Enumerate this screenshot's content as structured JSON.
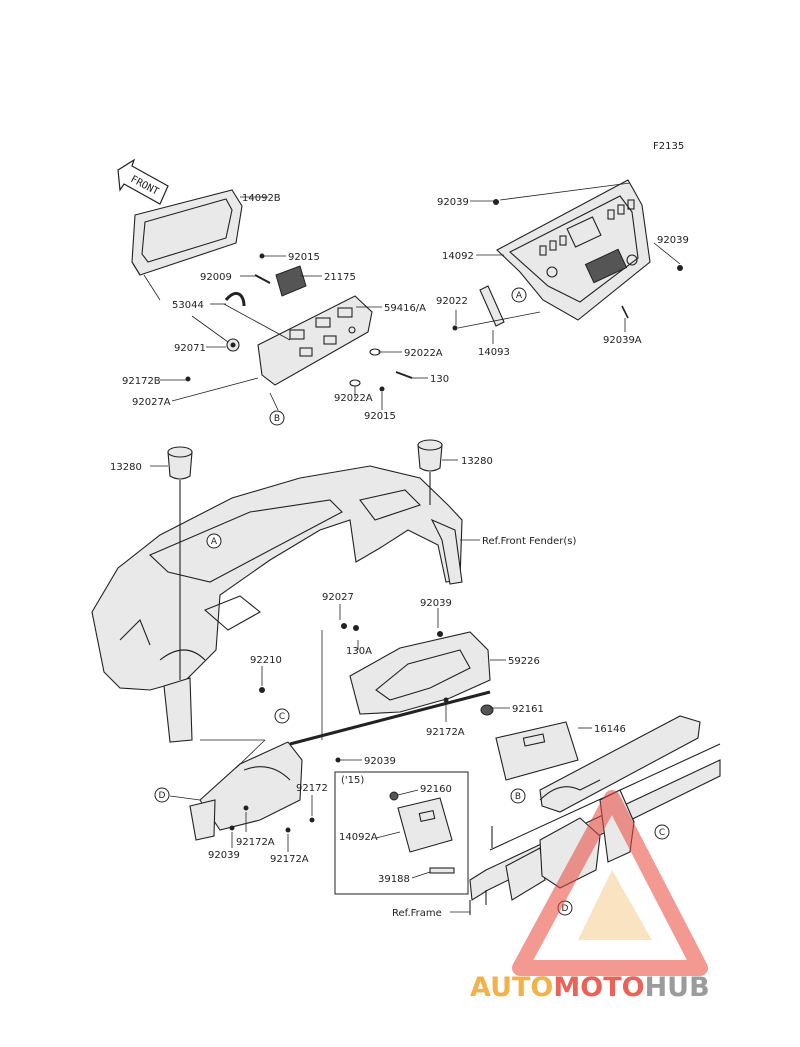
{
  "diagram": {
    "figure_code": "F2135",
    "front_label": "FRONT",
    "variant_label": "('15)",
    "watermark": {
      "part1": "AUTO",
      "part2": "MOTO",
      "part3": "HUB",
      "color1": "#f2a42b",
      "color2": "#e8473b",
      "color3": "#8a8a8a"
    },
    "part_labels": {
      "p14092B": "14092B",
      "p92015a": "92015",
      "p92009": "92009",
      "p21175": "21175",
      "p53044": "53044",
      "p59416": "59416/A",
      "p92071": "92071",
      "p92022Aa": "92022A",
      "p92172B": "92172B",
      "p130": "130",
      "p92027A": "92027A",
      "p92022Ab": "92022A",
      "p92015b": "92015",
      "p92039a": "92039",
      "p14092": "14092",
      "p92039b": "92039",
      "p92022": "92022",
      "p14093": "14093",
      "p92039A": "92039A",
      "p13280a": "13280",
      "p13280b": "13280",
      "refFender": "Ref.Front Fender(s)",
      "p92027": "92027",
      "p92039c": "92039",
      "p130A": "130A",
      "p59226": "59226",
      "p92210": "92210",
      "p92161": "92161",
      "p92172Aa": "92172A",
      "p16146": "16146",
      "p92039d": "92039",
      "p92160": "92160",
      "p92172": "92172",
      "p14092A": "14092A",
      "p92172Ab": "92172A",
      "p92039e": "92039",
      "p92172Ac": "92172A",
      "p39188": "39188",
      "refFrame": "Ref.Frame"
    },
    "callouts": {
      "A1": "A",
      "A2": "A",
      "B1": "B",
      "B2": "B",
      "C1": "C",
      "C2": "C",
      "D1": "D",
      "D2": "D"
    }
  }
}
